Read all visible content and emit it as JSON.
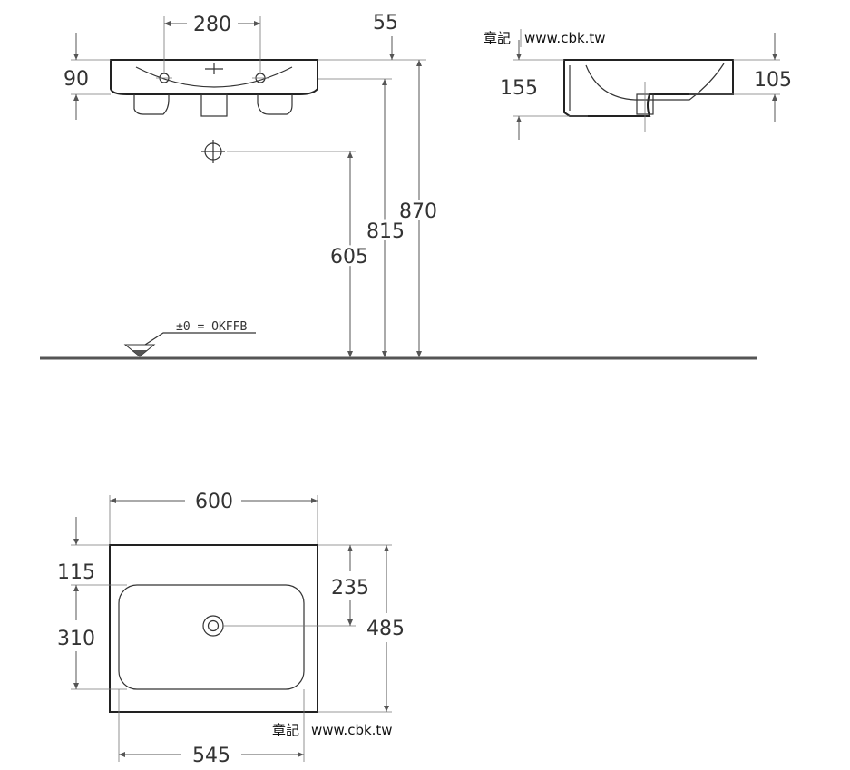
{
  "dimensions": {
    "tap_hole_spacing": "280",
    "depth_offset": "55",
    "rim_height": "90",
    "installed_height_total": "870",
    "installed_height_rim": "815",
    "waste_height": "605",
    "side_depth": "155",
    "side_rim": "105",
    "width": "600",
    "inner_width": "545",
    "front_margin": "115",
    "bowl_depth": "310",
    "waste_offset": "235",
    "overall_depth": "485"
  },
  "floor_reference": "±0 = OKFFB",
  "watermarks": [
    {
      "chars": "章記",
      "url": "www.cbk.tw"
    },
    {
      "chars": "章記",
      "url": "www.cbk.tw"
    }
  ]
}
